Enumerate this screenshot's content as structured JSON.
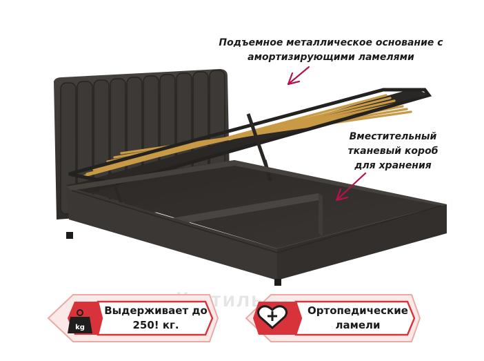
{
  "callouts": {
    "base_line1": "Подъемное металлическое основание с",
    "base_line2": "амортизирующими ламелями",
    "box_line1": "Вместительный",
    "box_line2": "тканевый короб",
    "box_line3": "для хранения"
  },
  "badges": {
    "weight": {
      "icon_label": "kg",
      "line1": "Выдерживает до",
      "line2": "250! кг."
    },
    "ortho": {
      "line1": "Ортопедические",
      "line2": "ламели"
    }
  },
  "watermark": "К-стиль",
  "colors": {
    "accent": "#b5124e",
    "badge_border": "#e9aaa6",
    "badge_inner": "#d8333a",
    "fabric": "#3a3734",
    "slats": "#c99a45"
  },
  "icons": [
    "arrow-icon",
    "weight-icon",
    "heart-plus-icon"
  ]
}
